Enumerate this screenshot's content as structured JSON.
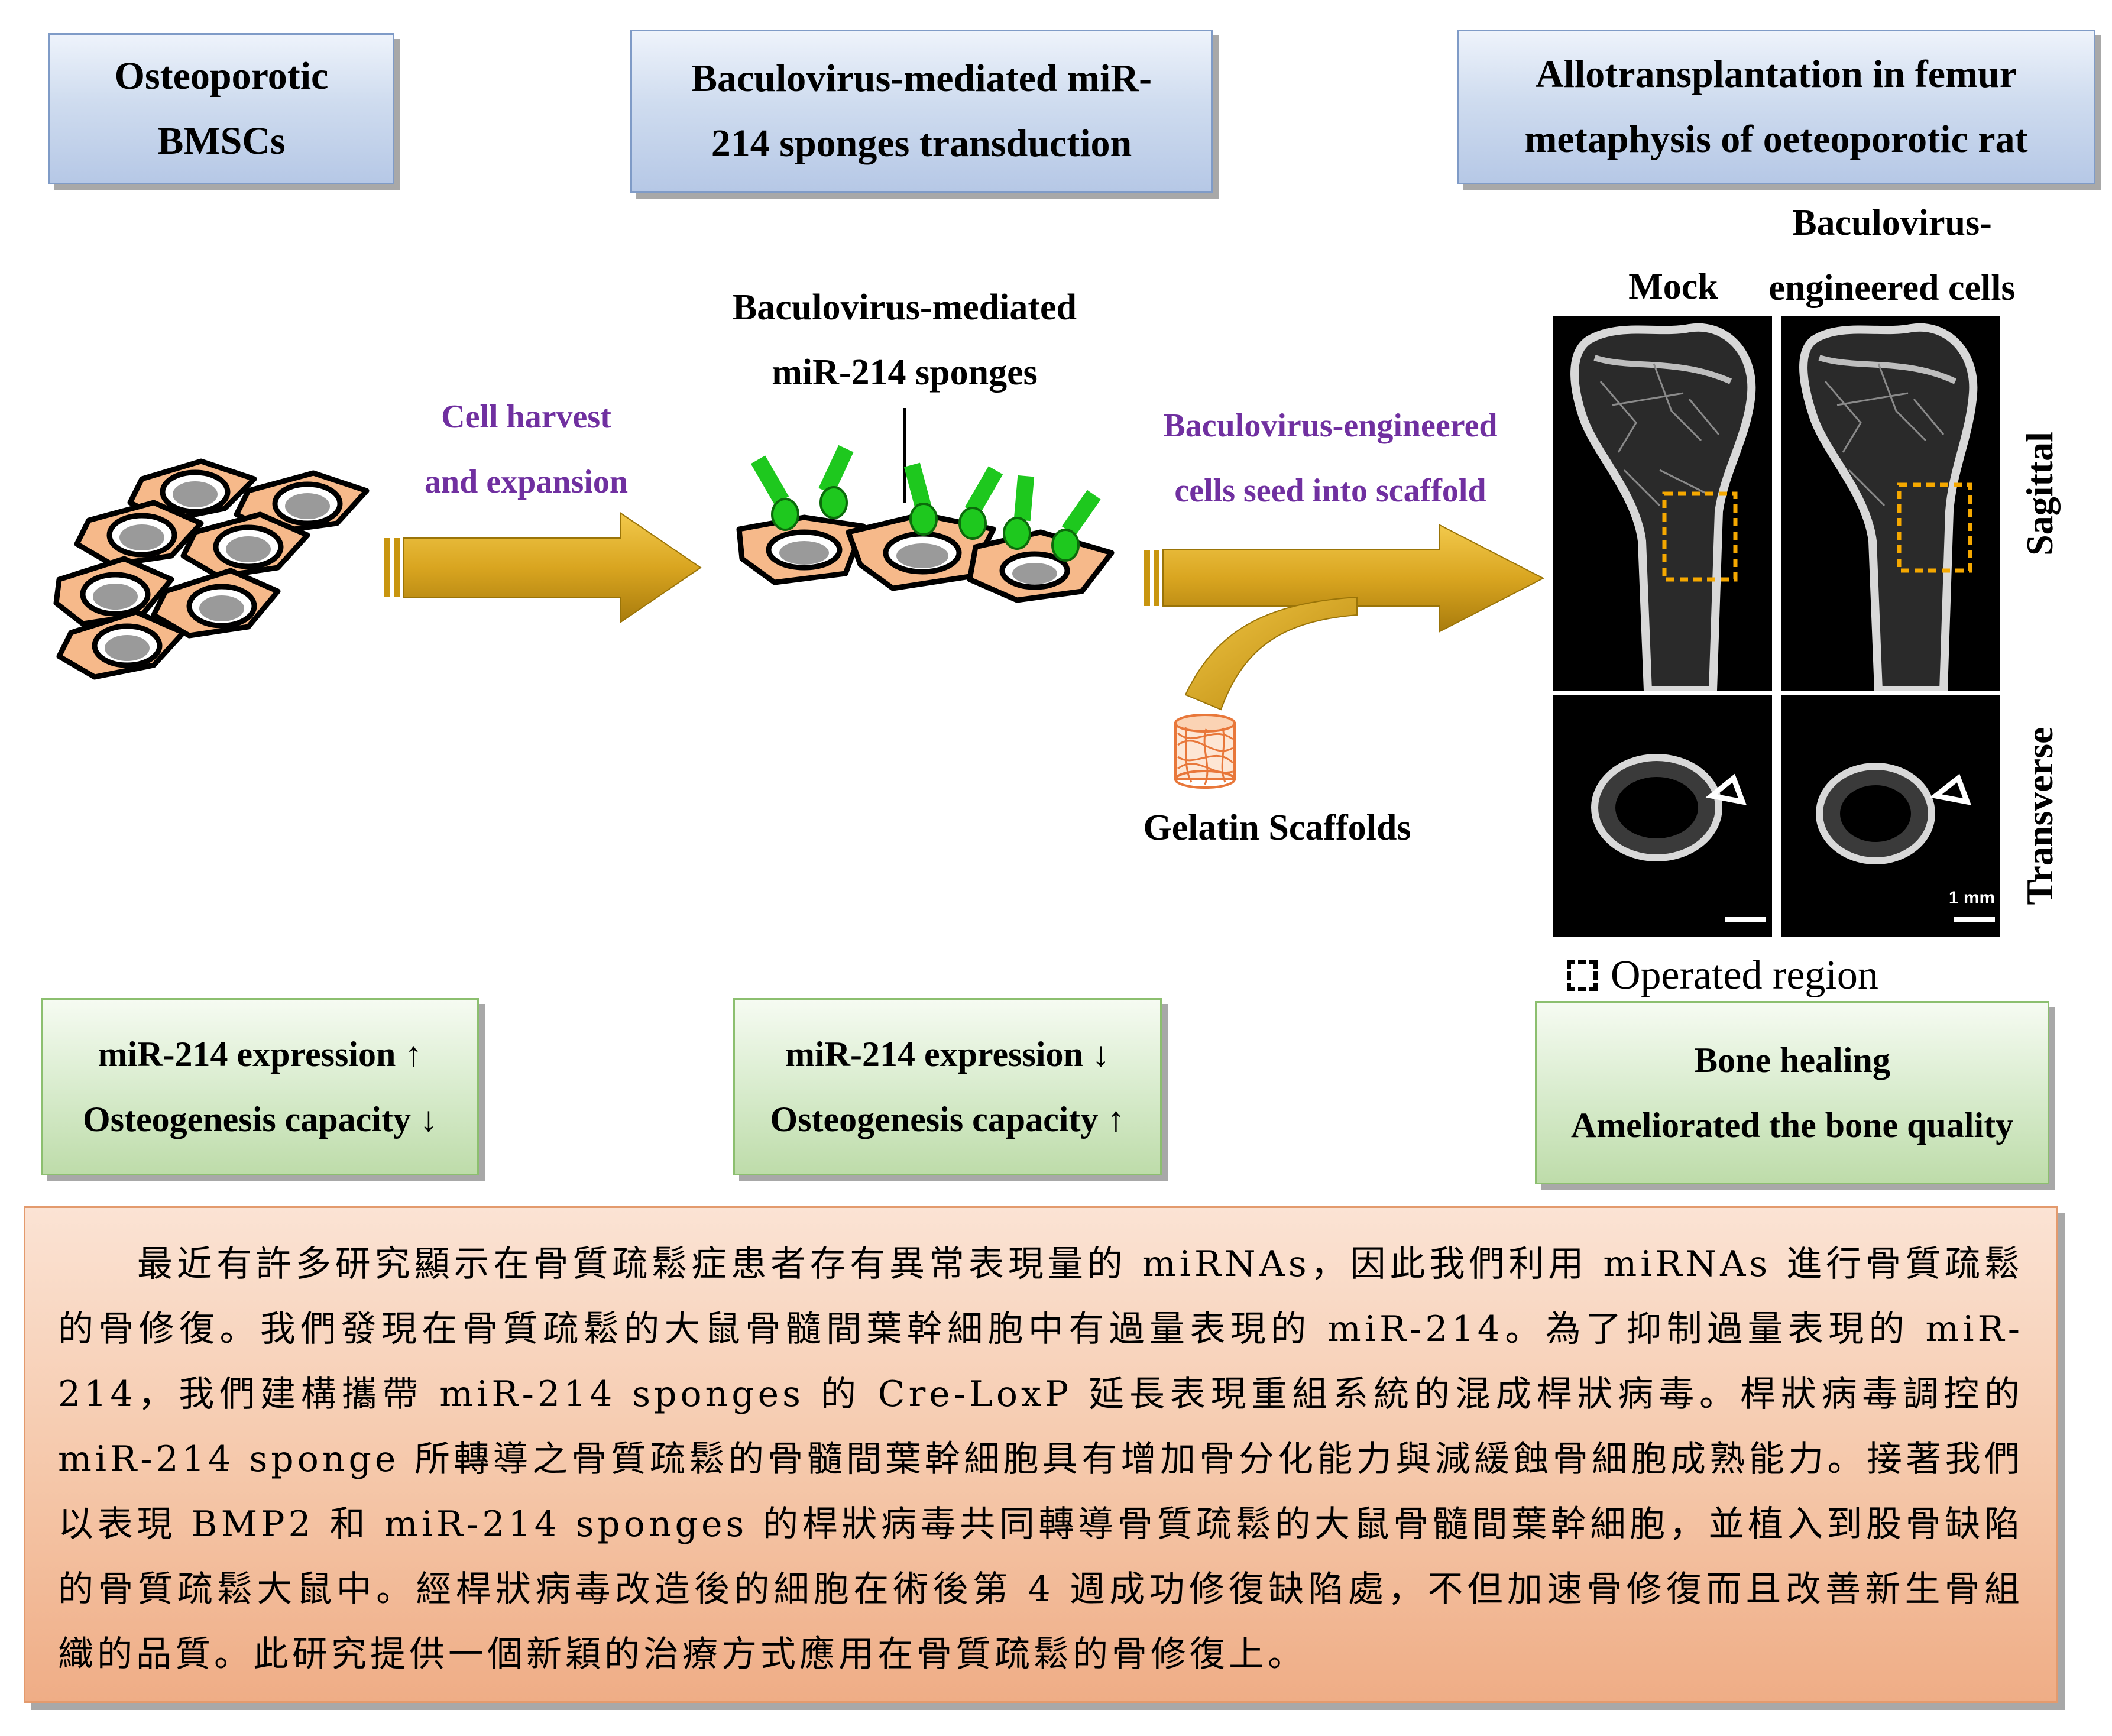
{
  "headers": {
    "step1": [
      "Osteoporotic",
      "BMSCs"
    ],
    "step2": [
      "Baculovirus-mediated miR-",
      "214 sponges transduction"
    ],
    "step3": [
      "Allotransplantation in femur",
      "metaphysis of oeteoporotic rat"
    ]
  },
  "arrows": {
    "harvest": [
      "Cell harvest",
      "and expansion"
    ],
    "seed": [
      "Baculovirus-engineered",
      "cells seed into scaffold"
    ]
  },
  "labels": {
    "sponges": [
      "Baculovirus-mediated",
      "miR-214 sponges"
    ],
    "scaffold": "Gelatin Scaffolds",
    "mock": "Mock",
    "engineered": [
      "Baculovirus-",
      "engineered cells"
    ],
    "sagittal": "Sagittal",
    "transverse": "Transverse",
    "scale": "1 mm",
    "operated_region": "Operated region"
  },
  "results": {
    "box1": [
      "miR-214 expression ↑",
      "Osteogenesis capacity ↓"
    ],
    "box2": [
      "miR-214 expression ↓",
      "Osteogenesis capacity ↑"
    ],
    "box3": [
      "Bone healing",
      "Ameliorated the bone quality"
    ]
  },
  "summary": "　　最近有許多研究顯示在骨質疏鬆症患者存有異常表現量的 miRNAs，因此我們利用 miRNAs 進行骨質疏鬆的骨修復。我們發現在骨質疏鬆的大鼠骨髓間葉幹細胞中有過量表現的 miR-214。為了抑制過量表現的 miR-214，我們建構攜帶 miR-214 sponges 的 Cre-LoxP 延長表現重組系統的混成桿狀病毒。桿狀病毒調控的 miR-214 sponge 所轉導之骨質疏鬆的骨髓間葉幹細胞具有增加骨分化能力與減緩蝕骨細胞成熟能力。接著我們以表現 BMP2 和 miR-214 sponges 的桿狀病毒共同轉導骨質疏鬆的大鼠骨髓間葉幹細胞，並植入到股骨缺陷的骨質疏鬆大鼠中。經桿狀病毒改造後的細胞在術後第 4 週成功修復缺陷處，不但加速骨修復而且改善新生骨組織的品質。此研究提供一個新穎的治療方式應用在骨質疏鬆的骨修復上。",
  "colors": {
    "arrow_gold": "#d4a017",
    "cell_fill": "#f6b98a",
    "sponge_green": "#1ec81e",
    "operated_dash": "#f5a800",
    "purple_text": "#7030a0"
  }
}
